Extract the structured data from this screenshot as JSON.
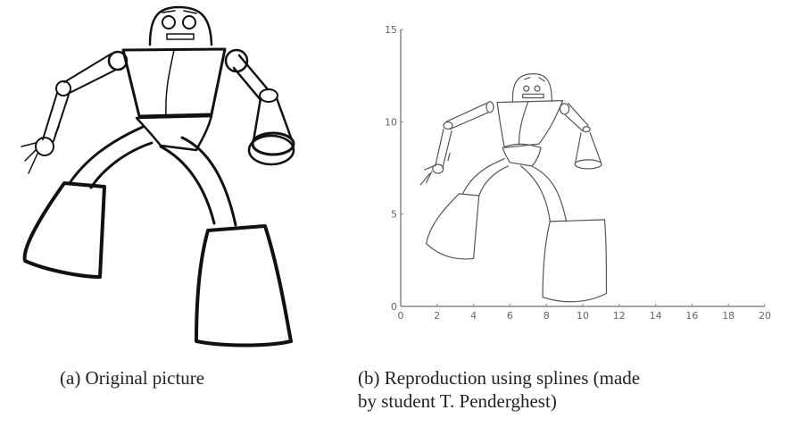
{
  "figure": {
    "subfigure_a": {
      "caption": "(a) Original picture",
      "content": "hand-drawn robot line drawing"
    },
    "subfigure_b": {
      "caption_line1": "(b) Reproduction using splines (made",
      "caption_line2": "by student T. Penderghest)",
      "content": "spline reproduction of robot drawing plotted on axes"
    }
  },
  "chart_data": {
    "type": "line",
    "title": "",
    "xlabel": "",
    "ylabel": "",
    "xlim": [
      0,
      20
    ],
    "ylim": [
      0,
      15
    ],
    "x_ticks": [
      "0",
      "2",
      "4",
      "6",
      "8",
      "10",
      "12",
      "14",
      "16",
      "18",
      "20"
    ],
    "y_ticks": [
      "0",
      "5",
      "10",
      "15"
    ],
    "grid": false,
    "legend": "none",
    "series_description": "closed spline curves tracing a robot figure spanning roughly x 1.3–11.3, y 0.2–12.5",
    "robot_outline": {
      "head": [
        [
          6.2,
          11.2
        ],
        [
          6.3,
          12.2
        ],
        [
          7.0,
          12.6
        ],
        [
          7.8,
          12.5
        ],
        [
          8.3,
          12.0
        ],
        [
          8.3,
          11.2
        ]
      ],
      "torso": [
        [
          5.3,
          11.0
        ],
        [
          8.8,
          11.2
        ],
        [
          8.0,
          9.3
        ],
        [
          5.8,
          9.2
        ]
      ],
      "left_foot": [
        [
          2.5,
          6.1
        ],
        [
          4.2,
          5.9
        ],
        [
          4.0,
          2.6
        ],
        [
          3.0,
          2.5
        ],
        [
          1.5,
          3.4
        ]
      ],
      "right_foot": [
        [
          8.2,
          4.5
        ],
        [
          10.8,
          4.6
        ],
        [
          11.3,
          0.8
        ],
        [
          9.5,
          0.2
        ],
        [
          7.7,
          0.6
        ]
      ]
    }
  },
  "colors": {
    "background": "#ffffff",
    "ink_original": "#111111",
    "ink_spline": "#555555",
    "axis": "#888888"
  }
}
